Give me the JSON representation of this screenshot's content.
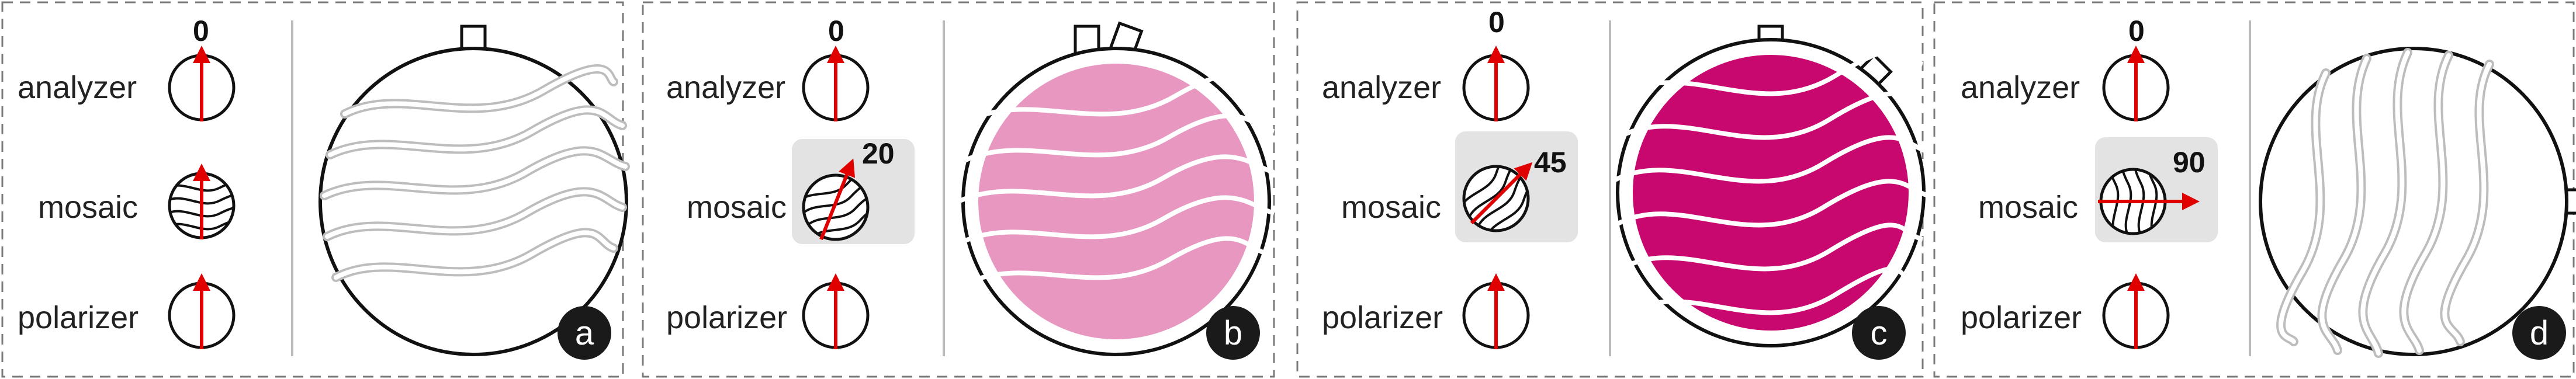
{
  "colors": {
    "arrow": "#e00000",
    "panel_b_fill": "#e897c0",
    "panel_c_fill": "#c8086e",
    "dark_stripe": "#bdbdbd",
    "highlight_box": "#e3e3e3",
    "badge": "#1a1a1a",
    "border": "#7a7a7a"
  },
  "row_labels": {
    "analyzer": "analyzer",
    "mosaic": "mosaic",
    "polarizer": "polarizer"
  },
  "panels": [
    {
      "id": "a",
      "badge": "a",
      "analyzer_angle": "0",
      "mosaic_angle": "",
      "mosaic_deg": 0,
      "state": "dark"
    },
    {
      "id": "b",
      "badge": "b",
      "analyzer_angle": "0",
      "mosaic_angle": "20",
      "mosaic_deg": 20,
      "state": "light"
    },
    {
      "id": "c",
      "badge": "c",
      "analyzer_angle": "0",
      "mosaic_angle": "45",
      "mosaic_deg": 45,
      "state": "bright"
    },
    {
      "id": "d",
      "badge": "d",
      "analyzer_angle": "0",
      "mosaic_angle": "90",
      "mosaic_deg": 90,
      "state": "dark"
    }
  ]
}
